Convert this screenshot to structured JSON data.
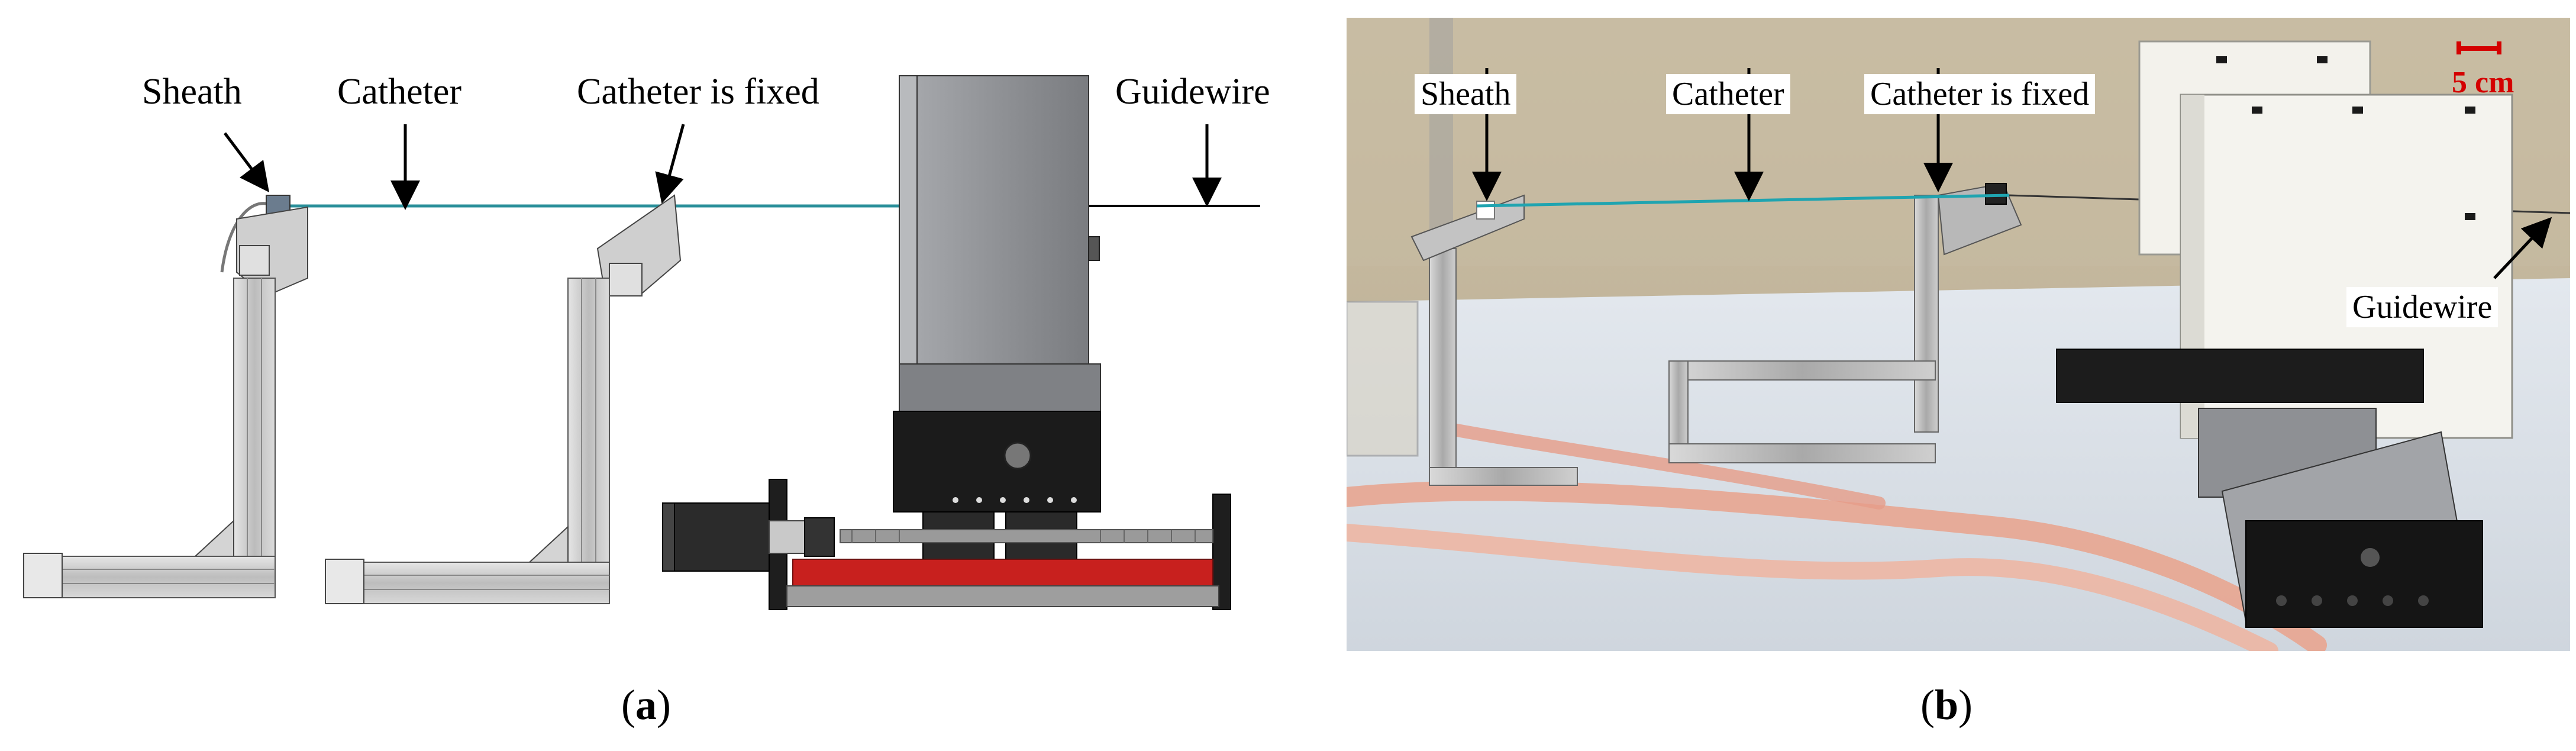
{
  "panel_a": {
    "labels": {
      "sheath": "Sheath",
      "catheter": "Catheter",
      "catheter_fixed": "Catheter is fixed",
      "guidewire": "Guidewire"
    },
    "caption_letter": "a"
  },
  "panel_b": {
    "labels": {
      "sheath": "Sheath",
      "catheter": "Catheter",
      "catheter_fixed": "Catheter is fixed",
      "guidewire": "Guidewire"
    },
    "scale_bar": "5 cm",
    "caption_letter": "b"
  },
  "colors": {
    "arrow": "#000000",
    "scale_bar": "#d40000",
    "aluminum": "#c9c9c9",
    "robot_housing_gray": "#8d8f93",
    "robot_housing_white": "#efefea",
    "rail_red": "#c8201e",
    "tube_pink": "#e8a590"
  }
}
